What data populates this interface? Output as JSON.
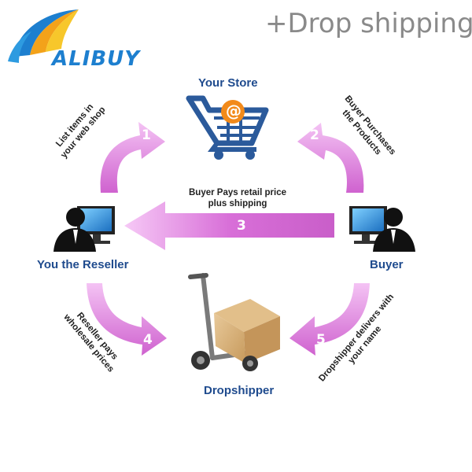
{
  "header": {
    "title": "+Drop shipping"
  },
  "logo": {
    "text": "ALIBUY"
  },
  "nodes": {
    "store": "Your Store",
    "reseller": "You the Reseller",
    "buyer": "Buyer",
    "dropshipper": "Dropshipper"
  },
  "store_icon_symbol": "@",
  "steps": [
    {
      "number": "1",
      "line1": "List items in",
      "line2": "your web shop"
    },
    {
      "number": "2",
      "line1": "Buyer Purchases",
      "line2": "the Products"
    },
    {
      "number": "3",
      "line1": "Buyer Pays retail price",
      "line2": "plus shipping"
    },
    {
      "number": "4",
      "line1": "Reseller pays",
      "line2": "wholesale prices"
    },
    {
      "number": "5",
      "line1": "Dropshipper delivers with",
      "line2": "your name"
    }
  ],
  "colors": {
    "arrow": "#d86fd8",
    "arrow_light": "#f3c6f3",
    "label_blue": "#1f4b8e",
    "header_gray": "#8a8a8a",
    "logo_blue": "#1d7fcf",
    "cart_blue": "#2b5a9b",
    "badge_orange": "#f28a1a"
  },
  "icons": [
    "logo-swoosh-icon",
    "shopping-cart-icon",
    "reseller-computer-icon",
    "buyer-computer-icon",
    "hand-truck-box-icon"
  ]
}
